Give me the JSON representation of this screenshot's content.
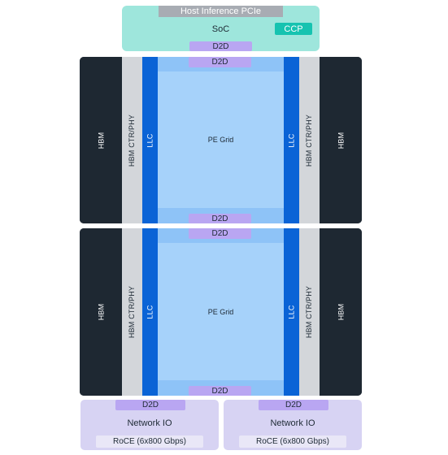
{
  "soc": {
    "pcie_label": "Host Inference PCIe",
    "label": "SoC",
    "ccp_label": "CCP",
    "d2d_label": "D2D"
  },
  "dies": [
    {
      "top_d2d": "D2D",
      "bottom_d2d": "D2D",
      "left_hbm": "HBM",
      "left_ctr": "HBM CTR/PHY",
      "left_llc": "LLC",
      "pe_grid": "PE Grid",
      "right_llc": "LLC",
      "right_ctr": "HBM CTR/PHY",
      "right_hbm": "HBM"
    },
    {
      "top_d2d": "D2D",
      "bottom_d2d": "D2D",
      "left_hbm": "HBM",
      "left_ctr": "HBM CTR/PHY",
      "left_llc": "LLC",
      "pe_grid": "PE Grid",
      "right_llc": "LLC",
      "right_ctr": "HBM CTR/PHY",
      "right_hbm": "HBM"
    }
  ],
  "network_io": [
    {
      "d2d": "D2D",
      "label": "Network IO",
      "roce": "RoCE (6x800 Gbps)"
    },
    {
      "d2d": "D2D",
      "label": "Network IO",
      "roce": "RoCE (6x800 Gbps)"
    }
  ],
  "colors": {
    "soc": "#9ee6dc",
    "ccp": "#16c3b0",
    "d2d": "#b9a6f2",
    "hbm": "#1e2832",
    "ctr": "#d3d6da",
    "llc": "#0a63d6",
    "pe_grid": "#8ec3f7",
    "network_io": "#d7d3f3"
  }
}
